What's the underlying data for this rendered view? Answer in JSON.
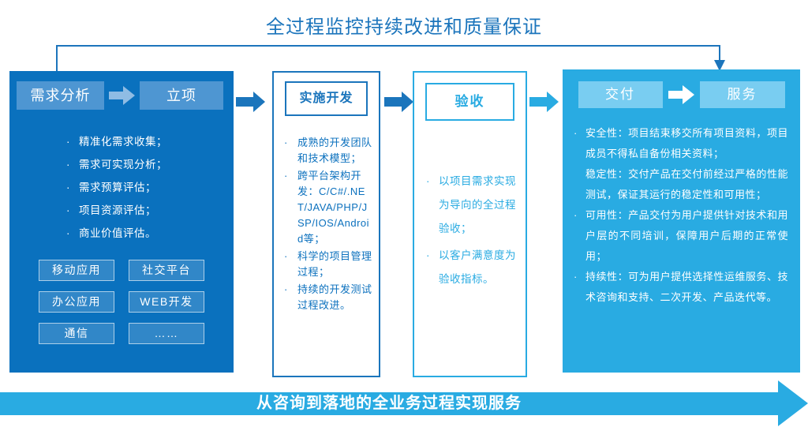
{
  "title": "全过程监控持续改进和质量保证",
  "bullet_marker": "·",
  "colors": {
    "primary_blue": "#0A71BE",
    "border_blue": "#1B75BC",
    "accent_cyan": "#29ABE2",
    "step_box_blue": "#4E96D2",
    "step_box_cyan": "#79CDF1"
  },
  "requirements_panel": {
    "step1": "需求分析",
    "step2": "立项",
    "bullets": [
      "精准化需求收集；",
      "需求可实现分析；",
      "需求预算评估；",
      "项目资源评估；",
      "商业价值评估。"
    ],
    "tags": [
      "移动应用",
      "社交平台",
      "办公应用",
      "WEB开发",
      "通信",
      "……"
    ]
  },
  "development_panel": {
    "header": "实施开发",
    "bullets": [
      "成熟的开发团队和技术模型；",
      "跨平台架构开发：C/C#/.NET/JAVA/PHP/JSP/IOS/Android等；",
      "科学的项目管理过程；",
      "持续的开发测试过程改进。"
    ]
  },
  "acceptance_panel": {
    "header": "验收",
    "bullets": [
      "以项目需求实现为导向的全过程验收；",
      "以客户满意度为验收指标。"
    ]
  },
  "delivery_panel": {
    "step1": "交付",
    "step2": "服务",
    "bullets": [
      {
        "marker": "·",
        "text": "安全性：项目结束移交所有项目资料，项目成员不得私自备份相关资料；"
      },
      {
        "marker": "",
        "text": "稳定性：交付产品在交付前经过严格的性能测试，保证其运行的稳定性和可用性；"
      },
      {
        "marker": "·",
        "text": "可用性：产品交付为用户提供针对技术和用户层的不同培训，保障用户后期的正常使用；"
      },
      {
        "marker": "·",
        "text": "持续性：可为用户提供选择性运维服务、技术咨询和支持、二次开发、产品迭代等。"
      }
    ]
  },
  "bottom_banner": {
    "label": "从咨询到落地的全业务过程实现服务"
  }
}
